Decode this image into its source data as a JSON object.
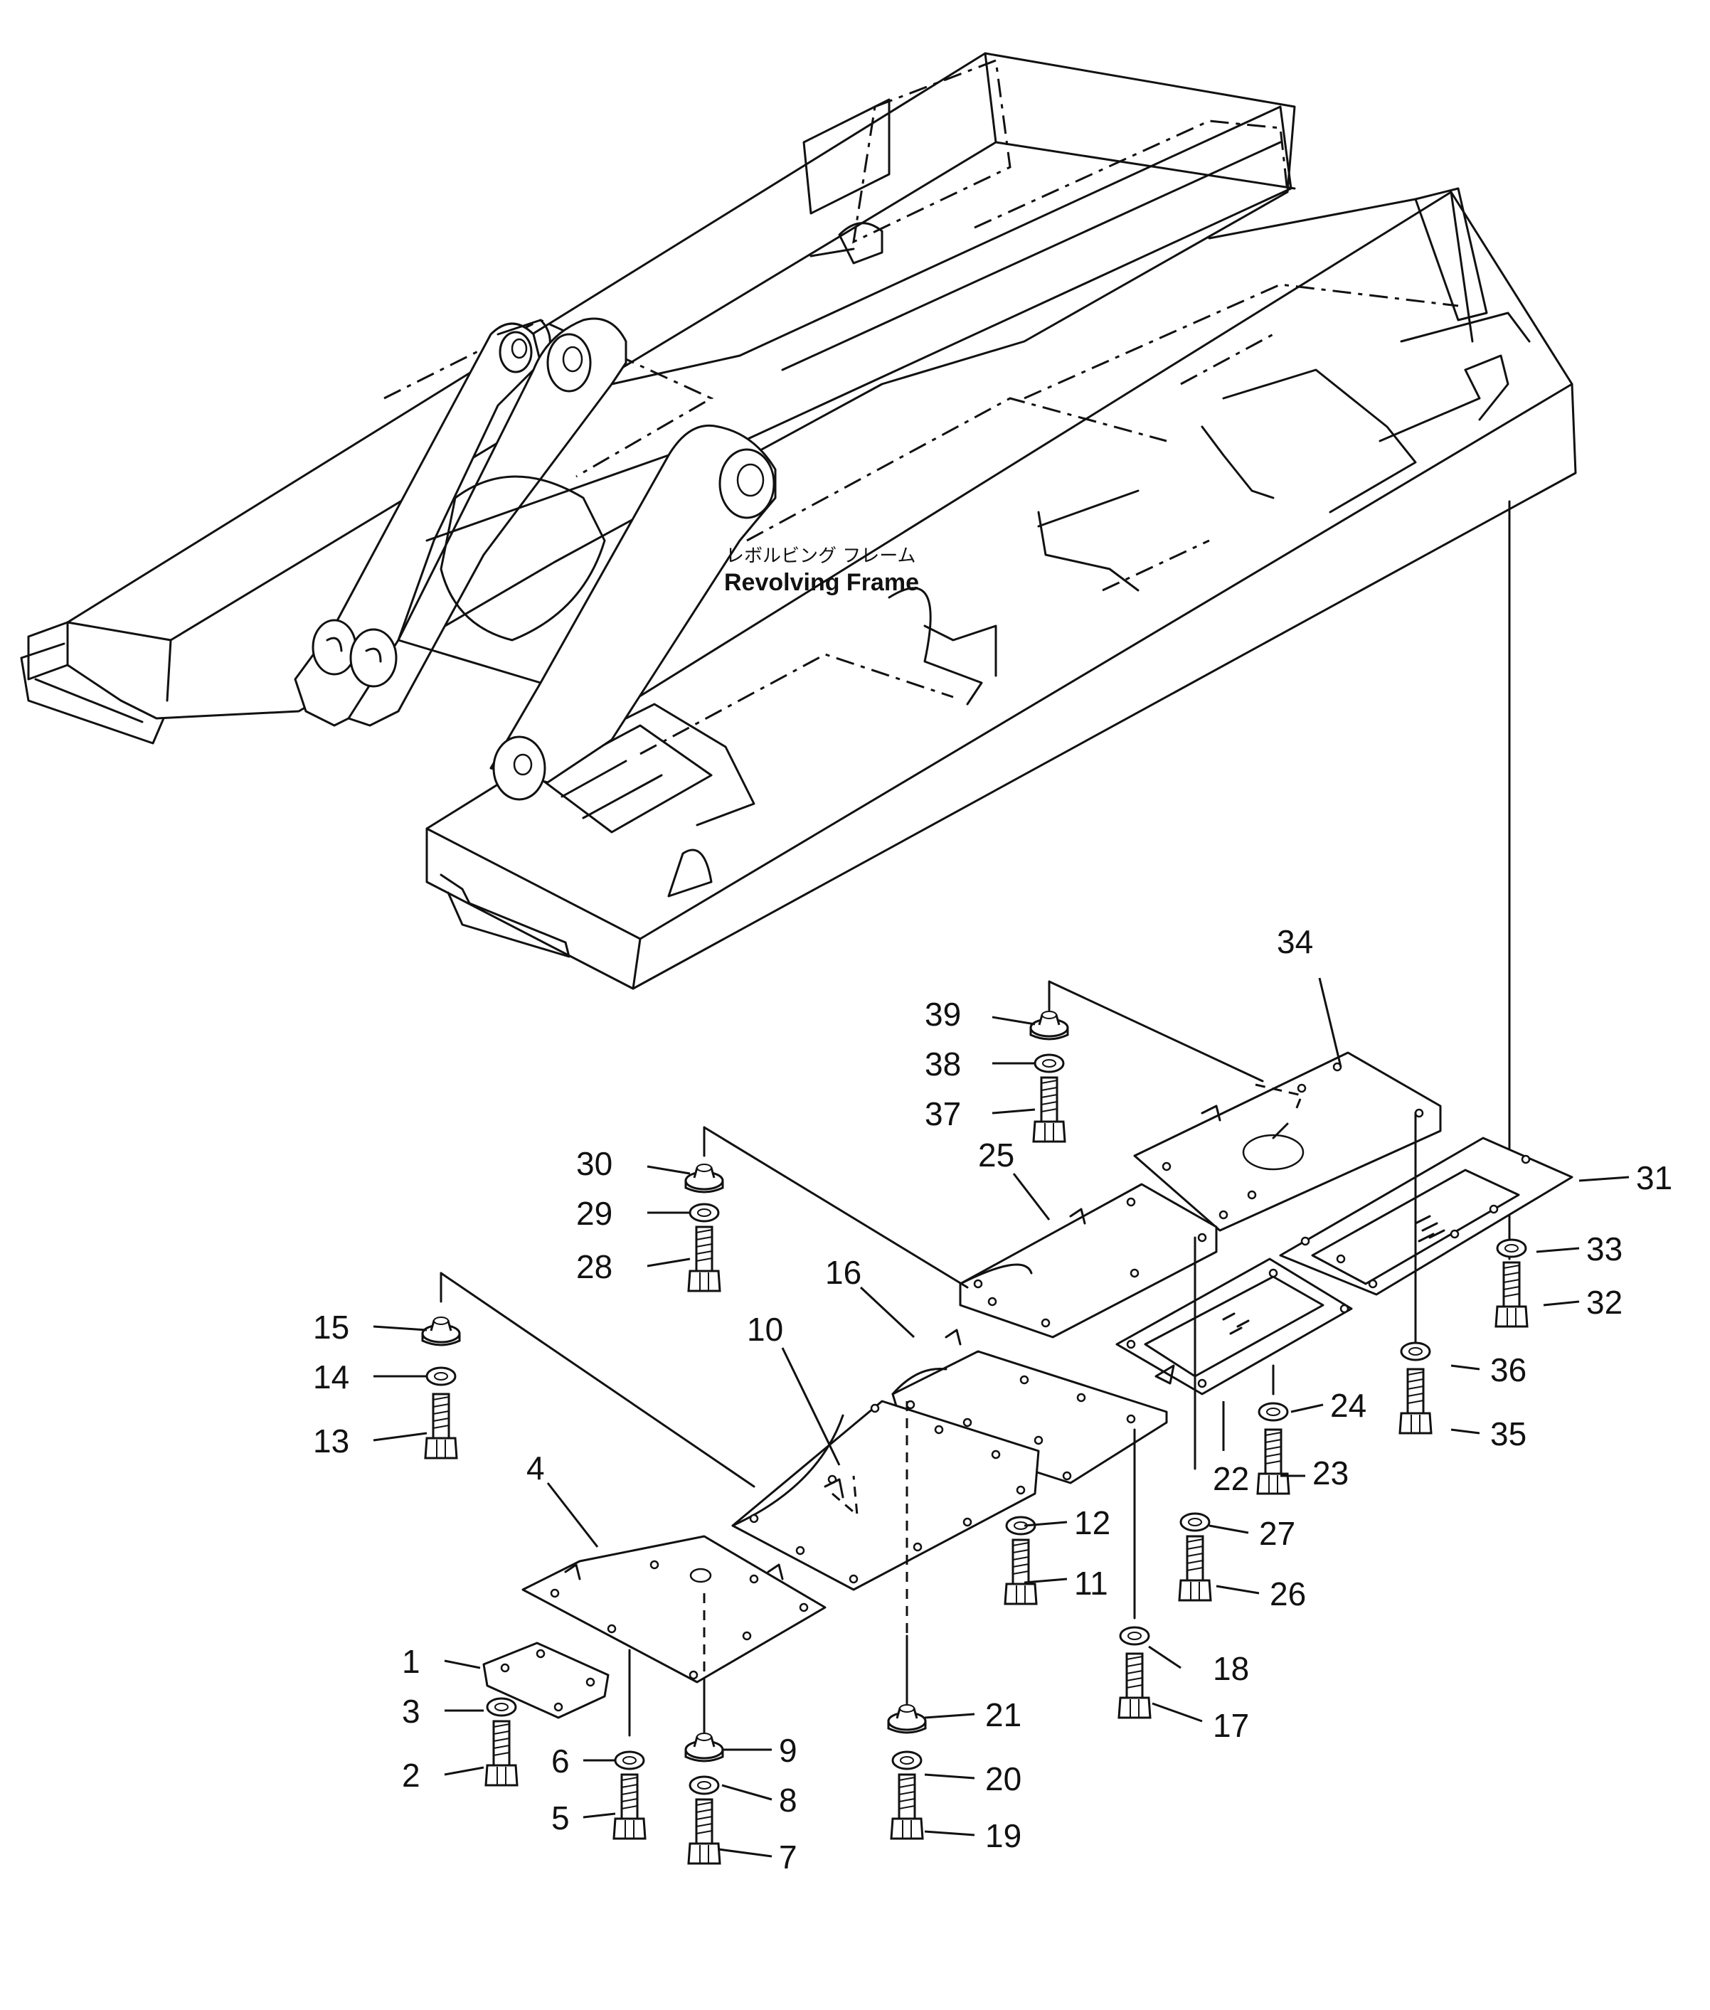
{
  "title": {
    "jp": "レボルビング フレーム",
    "en": "Revolving Frame"
  },
  "callouts": [
    "1",
    "2",
    "3",
    "4",
    "5",
    "6",
    "7",
    "8",
    "9",
    "10",
    "11",
    "12",
    "13",
    "14",
    "15",
    "16",
    "17",
    "18",
    "19",
    "20",
    "21",
    "22",
    "23",
    "24",
    "25",
    "26",
    "27",
    "28",
    "29",
    "30",
    "31",
    "32",
    "33",
    "34",
    "35",
    "36",
    "37",
    "38",
    "39"
  ]
}
